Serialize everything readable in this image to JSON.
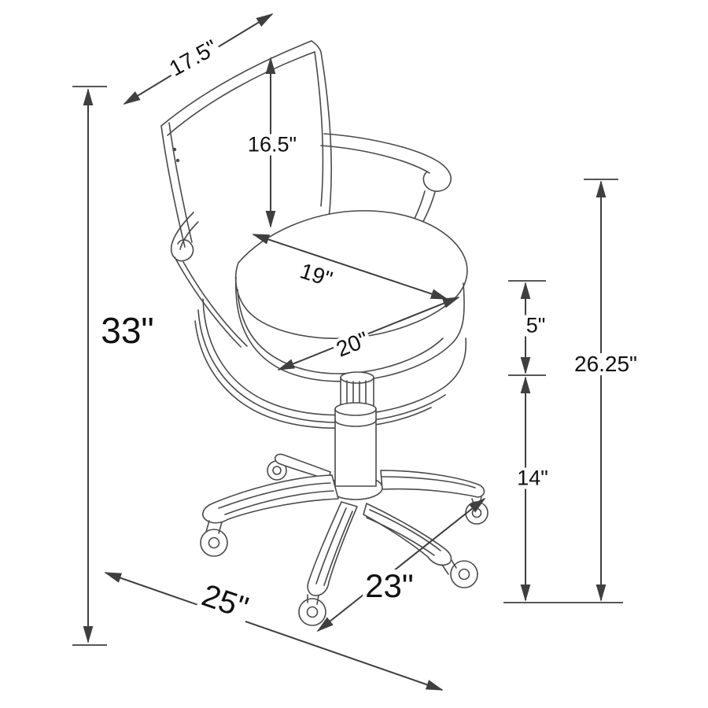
{
  "diagram": {
    "subject": "office-chair-dimension-drawing",
    "background": "#ffffff",
    "line_color": "#3f3f3f",
    "drawing_color": "#4a4a4a",
    "text_color": "#101010",
    "labels": {
      "back_width": "17.5\"",
      "back_height": "16.5\"",
      "seat_depth": "19\"",
      "seat_width": "20\"",
      "overall_height": "33\"",
      "cushion_to_arm": "5\"",
      "floor_to_arm": "26.25\"",
      "floor_to_seat": "14\"",
      "base_spread": "23\"",
      "overall_depth": "25\""
    }
  }
}
